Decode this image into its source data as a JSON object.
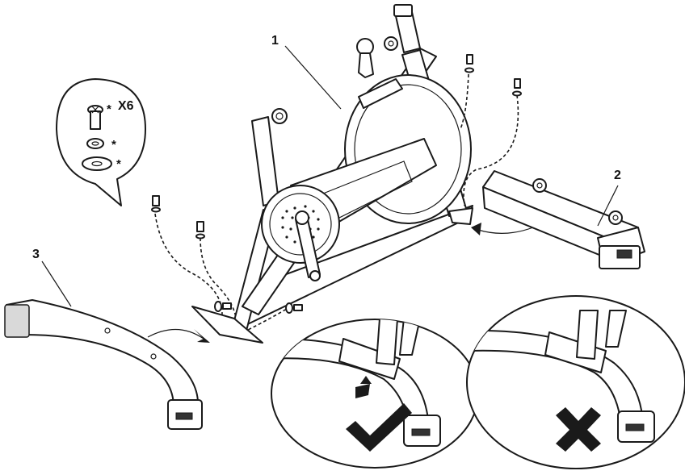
{
  "callouts": {
    "frame": "1",
    "rear_stabilizer": "2",
    "front_stabilizer": "3"
  },
  "hardware": {
    "quantity": "X6",
    "bolt_marker": "*",
    "spring_washer_marker": "*",
    "flat_washer_marker": "*"
  },
  "icons": {
    "correct": "check-mark-icon",
    "incorrect": "cross-mark-icon"
  }
}
